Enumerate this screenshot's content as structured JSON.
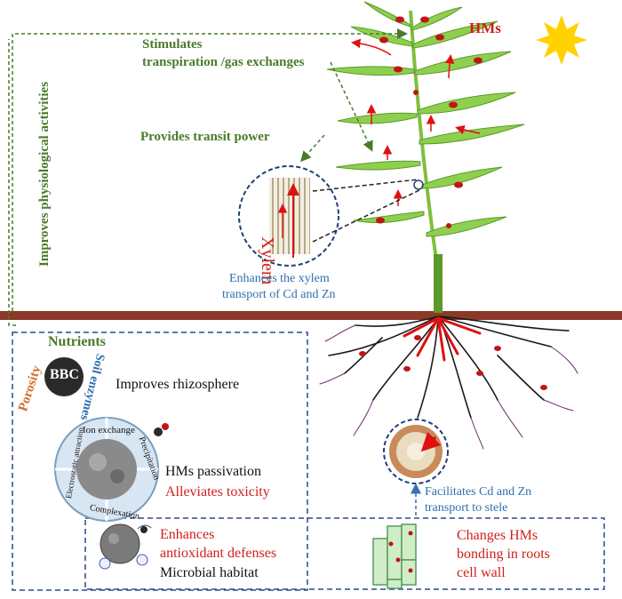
{
  "labels": {
    "hms": "HMs",
    "stimulates_line1": "Stimulates",
    "stimulates_line2": "transpiration /gas exchanges",
    "provides_transit": "Provides transit power",
    "improves_physiological": "Improves  physiological activities",
    "xylem": "Xylem",
    "enhances_xylem_line1": "Enhances the xylem",
    "enhances_xylem_line2": "transport of Cd and Zn",
    "nutrients": "Nutrients",
    "porosity": "Porosity",
    "soil_enzymes": "Soil enzymes",
    "bbc": "BBC",
    "improves_rhizosphere": "Improves rhizosphere",
    "ion_exchange": "Ion exchange",
    "precipitation": "Precipitation",
    "complexation": "Complexation",
    "electrostatic_attraction": "Electrostatic attraction",
    "hms_passivation": "HMs passivation",
    "alleviates_toxicity": "Alleviates toxicity",
    "facilitates_line1": "Facilitates Cd and Zn",
    "facilitates_line2": "transport to stele",
    "enhances_antioxidant_line1": "Enhances",
    "enhances_antioxidant_line2": "antioxidant defenses",
    "microbial_habitat": "Microbial habitat",
    "changes_hms_line1": "Changes HMs",
    "changes_hms_line2": "bonding in roots",
    "changes_hms_line3": "cell wall"
  },
  "colors": {
    "green_text": "#4a7a2a",
    "blue_text": "#2f6fae",
    "red_text": "#d0201a",
    "soil_line": "#8b3a2a",
    "leaf": "#7fbf3f",
    "sun": "#ffd200",
    "box_border": "#2b4a8a"
  }
}
